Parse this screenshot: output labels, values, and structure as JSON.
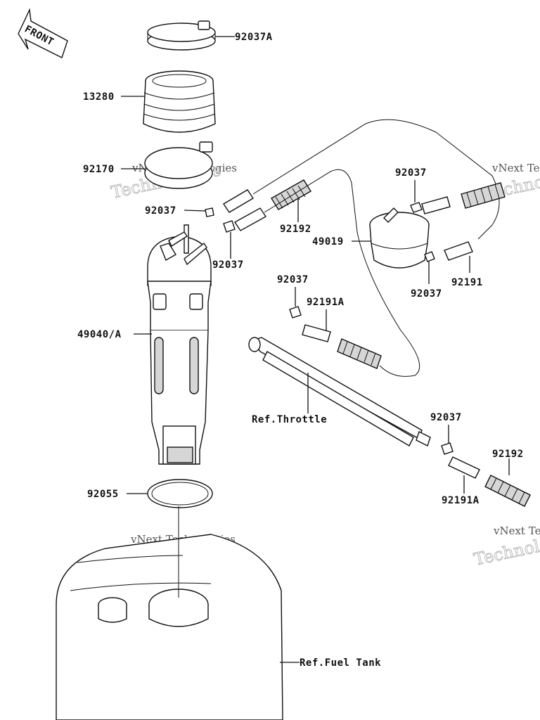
{
  "front_badge": "FRONT",
  "labels": {
    "clamp_top": "92037A",
    "ring_13280": "13280",
    "clamp_92170": "92170",
    "clip_left": "92037",
    "clip_left2": "92037",
    "hose_92192_top": "92192",
    "filter_49019": "49019",
    "clip_filter_top": "92037",
    "clip_filter_bottom": "92037",
    "hose_92191": "92191",
    "clip_throttle": "92037",
    "hose_92191a_top": "92191A",
    "pump_49040": "49040/A",
    "ref_throttle": "Ref.Throttle",
    "clip_right": "92037",
    "hose_92192_right": "92192",
    "hose_92191a_right": "92191A",
    "gasket_92055": "92055",
    "ref_fuel_tank": "Ref.Fuel Tank"
  },
  "watermarks": {
    "line1": "vNext Technologies",
    "line2": "Technologies"
  }
}
